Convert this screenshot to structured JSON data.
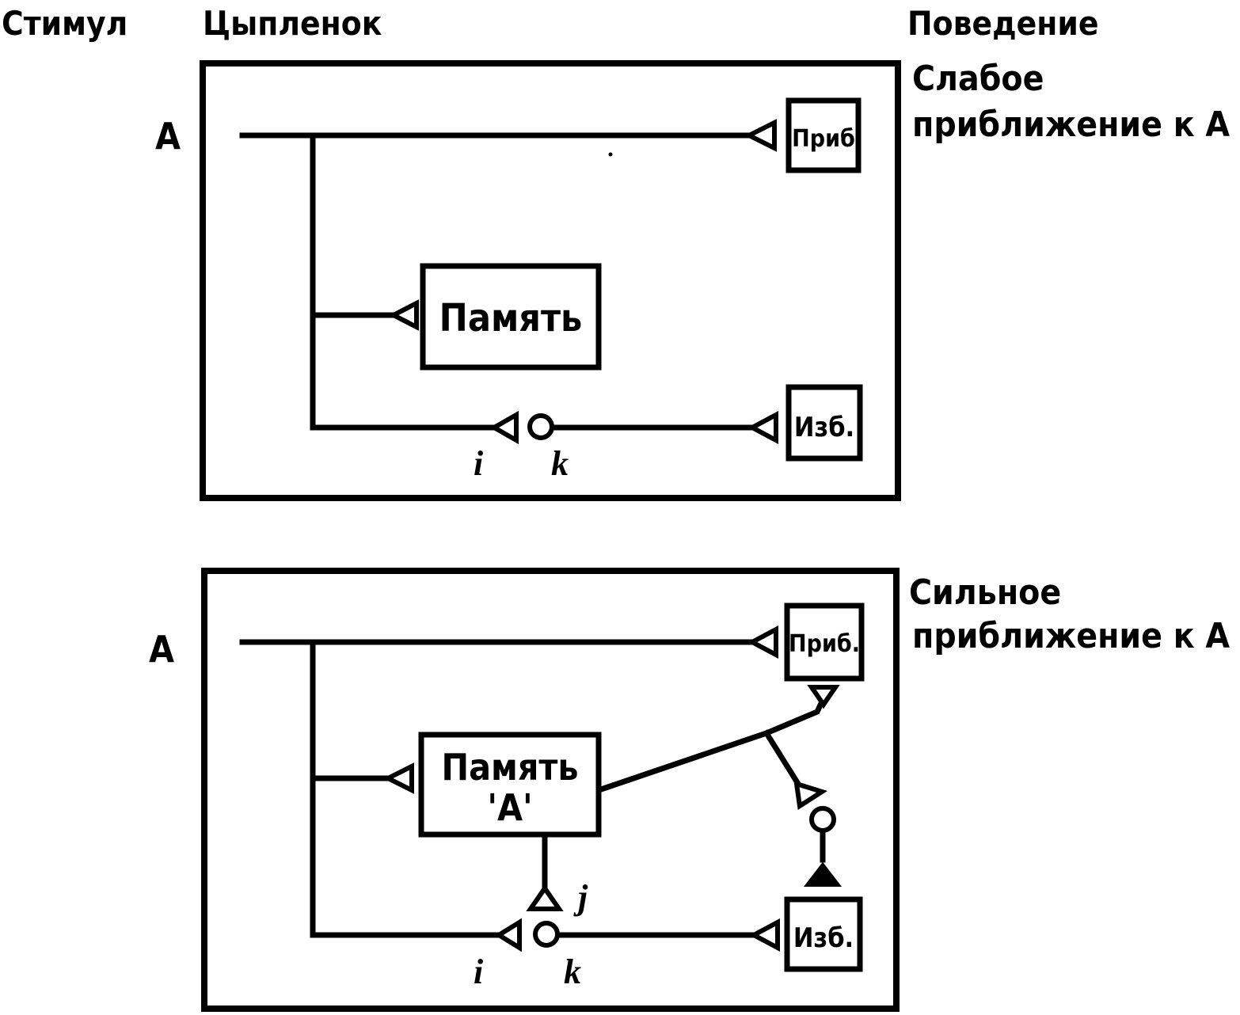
{
  "header": {
    "stimulus": "Стимул",
    "chick": "Цыпленок",
    "behavior": "Поведение"
  },
  "panel_weak": {
    "input": "A",
    "behavior_line1": "Слабое",
    "behavior_line2": "приближение к А",
    "approach": "Приб",
    "memory": "Память",
    "avoid": "Изб.",
    "i": "i",
    "k": "k"
  },
  "panel_strong": {
    "input": "A",
    "behavior_line1": "Сильное",
    "behavior_line2": "приближение к А",
    "approach": "Приб.",
    "memory_line1": "Память",
    "memory_line2": "'А'",
    "avoid": "Изб.",
    "i": "i",
    "j": "j",
    "k": "k"
  }
}
